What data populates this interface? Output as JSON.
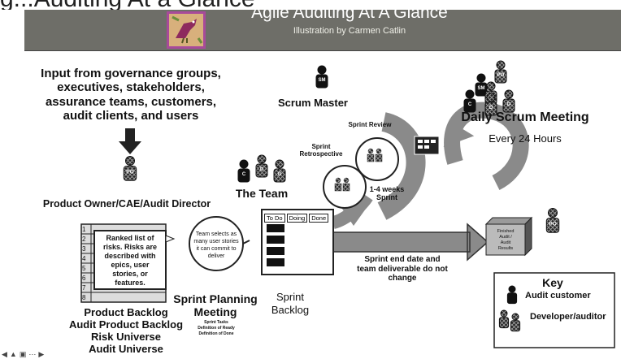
{
  "top_clipped_text": "g...Auditing At a Glance",
  "banner": {
    "title": "Agile Auditing At A Glance",
    "subtitle": "Illustration by Carmen Catlin"
  },
  "input": {
    "lines": [
      "Input from governance groups,",
      "executives, stakeholders,",
      "assurance teams, customers,",
      "audit clients, and users"
    ]
  },
  "product_owner": {
    "badge": "PO",
    "label": "Product Owner/CAE/Audit Director"
  },
  "scrum_master": {
    "badge": "SM",
    "label": "Scrum Master"
  },
  "team": {
    "label": "The Team",
    "badges": [
      "C",
      "D",
      "D"
    ]
  },
  "daily": {
    "title": "Daily Scrum Meeting",
    "subtitle": "Every 24 Hours",
    "badges": [
      "SM",
      "PO",
      "C",
      "D",
      "D",
      "D"
    ]
  },
  "sprint_review": "Sprint Review",
  "sprint_retro": [
    "Sprint",
    "Retrospective"
  ],
  "sprint_length": [
    "1-4 weeks",
    "Sprint"
  ],
  "backlog_card": {
    "numbers": [
      "1",
      "2",
      "3",
      "4",
      "5",
      "6",
      "7",
      "8"
    ],
    "text": [
      "Ranked list of",
      "risks. Risks are",
      "described with",
      "epics, user",
      "stories, or",
      "features."
    ]
  },
  "backlog_labels": [
    "Product Backlog",
    "Audit Product Backlog",
    "Risk Universe",
    "Audit Universe"
  ],
  "planning_circle": [
    "Team selects as",
    "many user stories",
    "it can commit to",
    "deliver"
  ],
  "planning": {
    "title": [
      "Sprint Planning",
      "Meeting"
    ],
    "sub": [
      "Sprint Tasks",
      "Definition of Ready",
      "Definition of Done"
    ]
  },
  "board": {
    "columns": [
      "To Do",
      "Doing",
      "Done"
    ]
  },
  "sprint_backlog": [
    "Sprint",
    "Backlog"
  ],
  "sprint_end": [
    "Sprint end date and",
    "team deliverable do not",
    "change"
  ],
  "finished": [
    "Finished",
    "Audit /",
    "Audit",
    "Results"
  ],
  "po_right": "PO",
  "key": {
    "title": "Key",
    "items": [
      "Audit customer",
      "Developer/auditor"
    ]
  },
  "colors": {
    "banner": "#6e6e68",
    "arrow_gray": "#8a8a8a",
    "arrow_dark": "#2c2c2c"
  }
}
